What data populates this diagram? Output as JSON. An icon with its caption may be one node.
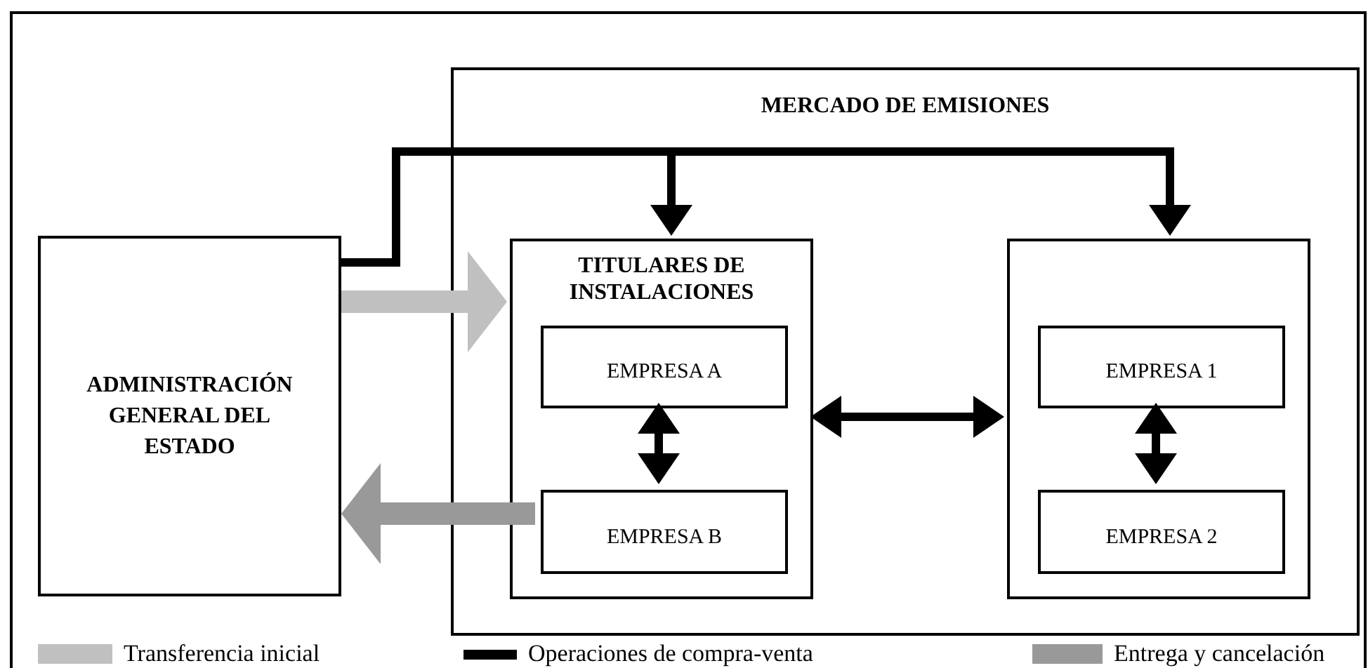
{
  "diagram": {
    "nodes": [
      {
        "text": [
          "MERCADO DE EMISIONES"
        ]
      },
      {
        "text": [
          "ADMINISTRACIÓN GENERAL DEL ESTADO"
        ]
      },
      {
        "text": [
          "TITULARES DE INSTALACIONES"
        ],
        "in": 0
      },
      {
        "text": [
          "EMPRESA A"
        ],
        "in": 2
      },
      {
        "text": [
          "EMPRESA B"
        ],
        "in": 2
      },
      {
        "text": [],
        "shape": "box",
        "in": 0
      },
      {
        "text": [
          "EMPRESA 1"
        ],
        "in": 5
      },
      {
        "text": [
          "EMPRESA 2"
        ],
        "in": 5
      }
    ],
    "edges": [
      {
        "from": 1,
        "to": 2,
        "arrow": "to",
        "style": "thick",
        "color": "#c0c0c0"
      },
      {
        "from": 1,
        "to": 2,
        "arrow": "to"
      },
      {
        "from": 1,
        "to": 5,
        "arrow": "to"
      },
      {
        "from": 3,
        "to": 4,
        "arrow": "both"
      },
      {
        "from": 2,
        "to": 5,
        "arrow": "both"
      },
      {
        "from": 6,
        "to": 7,
        "arrow": "both"
      },
      {
        "from": 4,
        "to": 1,
        "arrow": "to",
        "style": "thick",
        "color": "#999999"
      }
    ],
    "legend": [
      {
        "text": "Transferencia inicial",
        "color": "#c0c0c0"
      },
      {
        "text": "Operaciones de compra-venta",
        "color": "#000000"
      },
      {
        "text": "Entrega y cancelación",
        "color": "#999999"
      }
    ]
  }
}
